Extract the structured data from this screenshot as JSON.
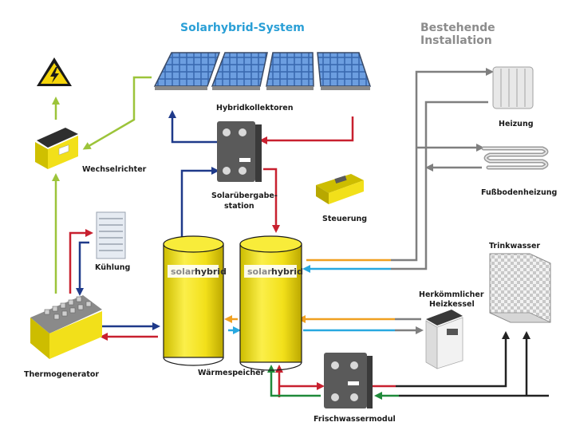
{
  "headings": {
    "solar": "Solarhybrid-System",
    "existing": "Bestehende Installation"
  },
  "labels": {
    "collectors": "Hybridkollektoren",
    "inverter": "Wechselrichter",
    "station_1": "Solarübergabe-",
    "station_2": "station",
    "control": "Steuerung",
    "cooling": "Kühlung",
    "thermogenerator": "Thermogenerator",
    "storage": "Wärmespeicher",
    "freshwater": "Frischwassermodul",
    "heating": "Heizung",
    "floor_heating": "Fußbodenheizung",
    "drinking_water": "Trinkwasser",
    "boiler_1": "Herkömmlicher",
    "boiler_2": "Heizkessel"
  },
  "brand": {
    "part1": "solar",
    "part2": "hybrid"
  },
  "colors": {
    "heading_blue": "#2a9fd6",
    "heading_grey": "#8c8c8c",
    "electric": "#9cc43a",
    "hot": "#c8202f",
    "cold": "#1f3a8a",
    "warm_orange": "#f0a020",
    "cool_cyan": "#28a8e0",
    "return_grey": "#7f7f7f",
    "fresh_green": "#1f8a3a",
    "black_line": "#222222",
    "tank_yellow": "#f4e51c"
  }
}
